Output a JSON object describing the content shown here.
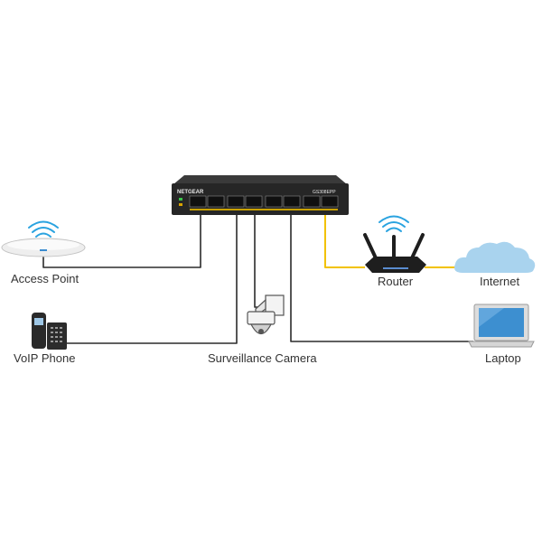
{
  "switch": {
    "brand": "NETGEAR",
    "model": "GS308EPP"
  },
  "devices": {
    "access_point": {
      "label": "Access Point"
    },
    "voip_phone": {
      "label": "VoIP Phone"
    },
    "surveillance_camera": {
      "label": "Surveillance Camera"
    },
    "router": {
      "label": "Router"
    },
    "internet": {
      "label": "Internet"
    },
    "laptop": {
      "label": "Laptop"
    }
  },
  "colors": {
    "cable_black": "#2b2b2b",
    "cable_yellow": "#f2c200",
    "wifi_blue": "#2aa3e0",
    "cloud_blue": "#a9d3ee",
    "switch_body": "#262626"
  }
}
